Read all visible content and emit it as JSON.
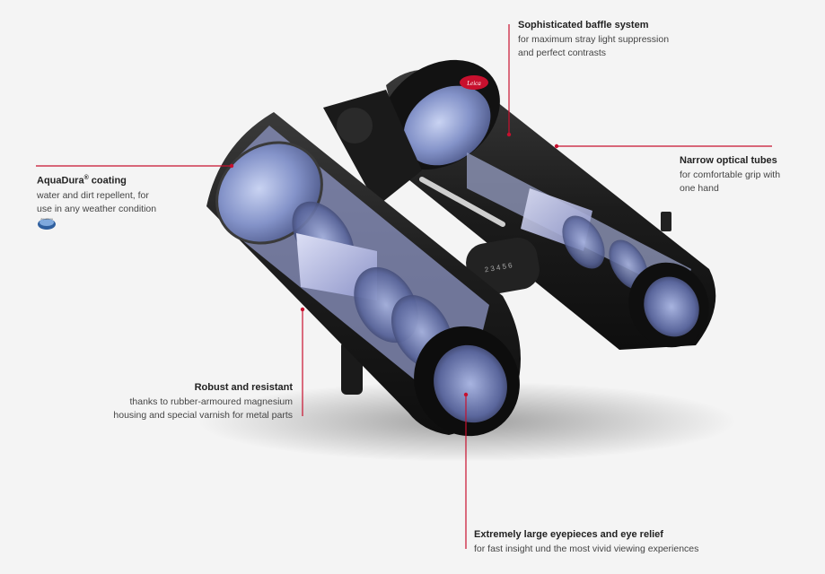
{
  "colors": {
    "accent": "#c8102e",
    "background": "#f4f4f4",
    "body_rubber": "#1e1e1e",
    "lens_glass": "#8a9bd0"
  },
  "logo_text": "Leica",
  "focus_scale_digits": "2 3 4 5 6",
  "badge_text": "AquaDura",
  "callouts": {
    "aquadura": {
      "title": "AquaDura",
      "title_mark": "®",
      "title_suffix": " coating",
      "desc": "water and dirt repellent, for\nuse in any weather condition"
    },
    "baffle": {
      "title": "Sophisticated baffle system",
      "desc": "for maximum stray light suppression\nand perfect contrasts"
    },
    "tubes": {
      "title": "Narrow optical tubes",
      "desc": "for comfortable grip with\none hand"
    },
    "robust": {
      "title": "Robust and resistant",
      "desc": "thanks to rubber-armoured magnesium\nhousing and special varnish for metal parts"
    },
    "eyepieces": {
      "title": "Extremely large eyepieces and eye relief",
      "desc": "for fast insight und the most vivid viewing experiences"
    }
  }
}
